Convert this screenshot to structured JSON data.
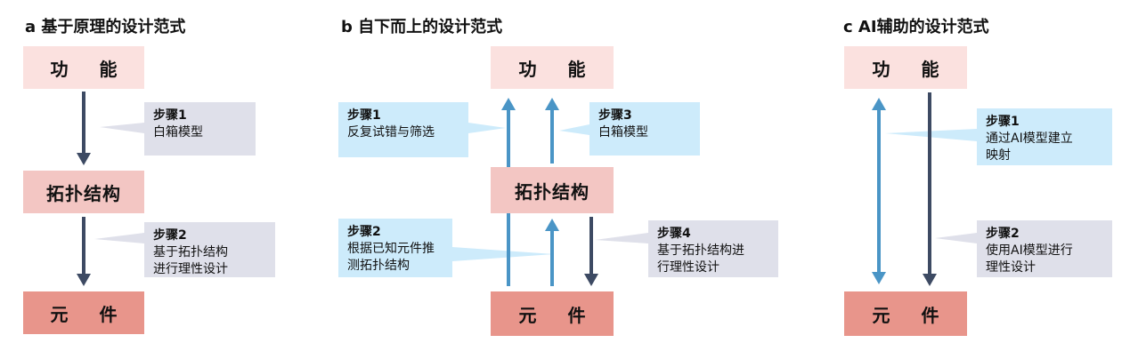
{
  "colors": {
    "function_box": "#fbe1df",
    "topology_box": "#f3c6c3",
    "component_box": "#e8958b",
    "gray_note": "#dfe0ea",
    "blue_note": "#cdebfb",
    "dark_arrow": "#3d4a63",
    "blue_arrow": "#4a95c6"
  },
  "panel_a": {
    "title": "a  基于原理的设计范式",
    "function": "功 能",
    "topology": "拓扑结构",
    "component": "元 件",
    "step1": {
      "label": "步骤1",
      "text": "白箱模型"
    },
    "step2": {
      "label": "步骤2",
      "text": "基于拓扑结构\n进行理性设计"
    }
  },
  "panel_b": {
    "title": "b  自下而上的设计范式",
    "function": "功 能",
    "topology": "拓扑结构",
    "component": "元 件",
    "step1": {
      "label": "步骤1",
      "text": "反复试错与筛选"
    },
    "step2": {
      "label": "步骤2",
      "text": "根据已知元件推\n测拓扑结构"
    },
    "step3": {
      "label": "步骤3",
      "text": "白箱模型"
    },
    "step4": {
      "label": "步骤4",
      "text": "基于拓扑结构进\n行理性设计"
    }
  },
  "panel_c": {
    "title": "c  AI辅助的设计范式",
    "function": "功 能",
    "component": "元 件",
    "step1": {
      "label": "步骤1",
      "text": "通过AI模型建立\n映射"
    },
    "step2": {
      "label": "步骤2",
      "text": "使用AI模型进行\n理性设计"
    }
  }
}
